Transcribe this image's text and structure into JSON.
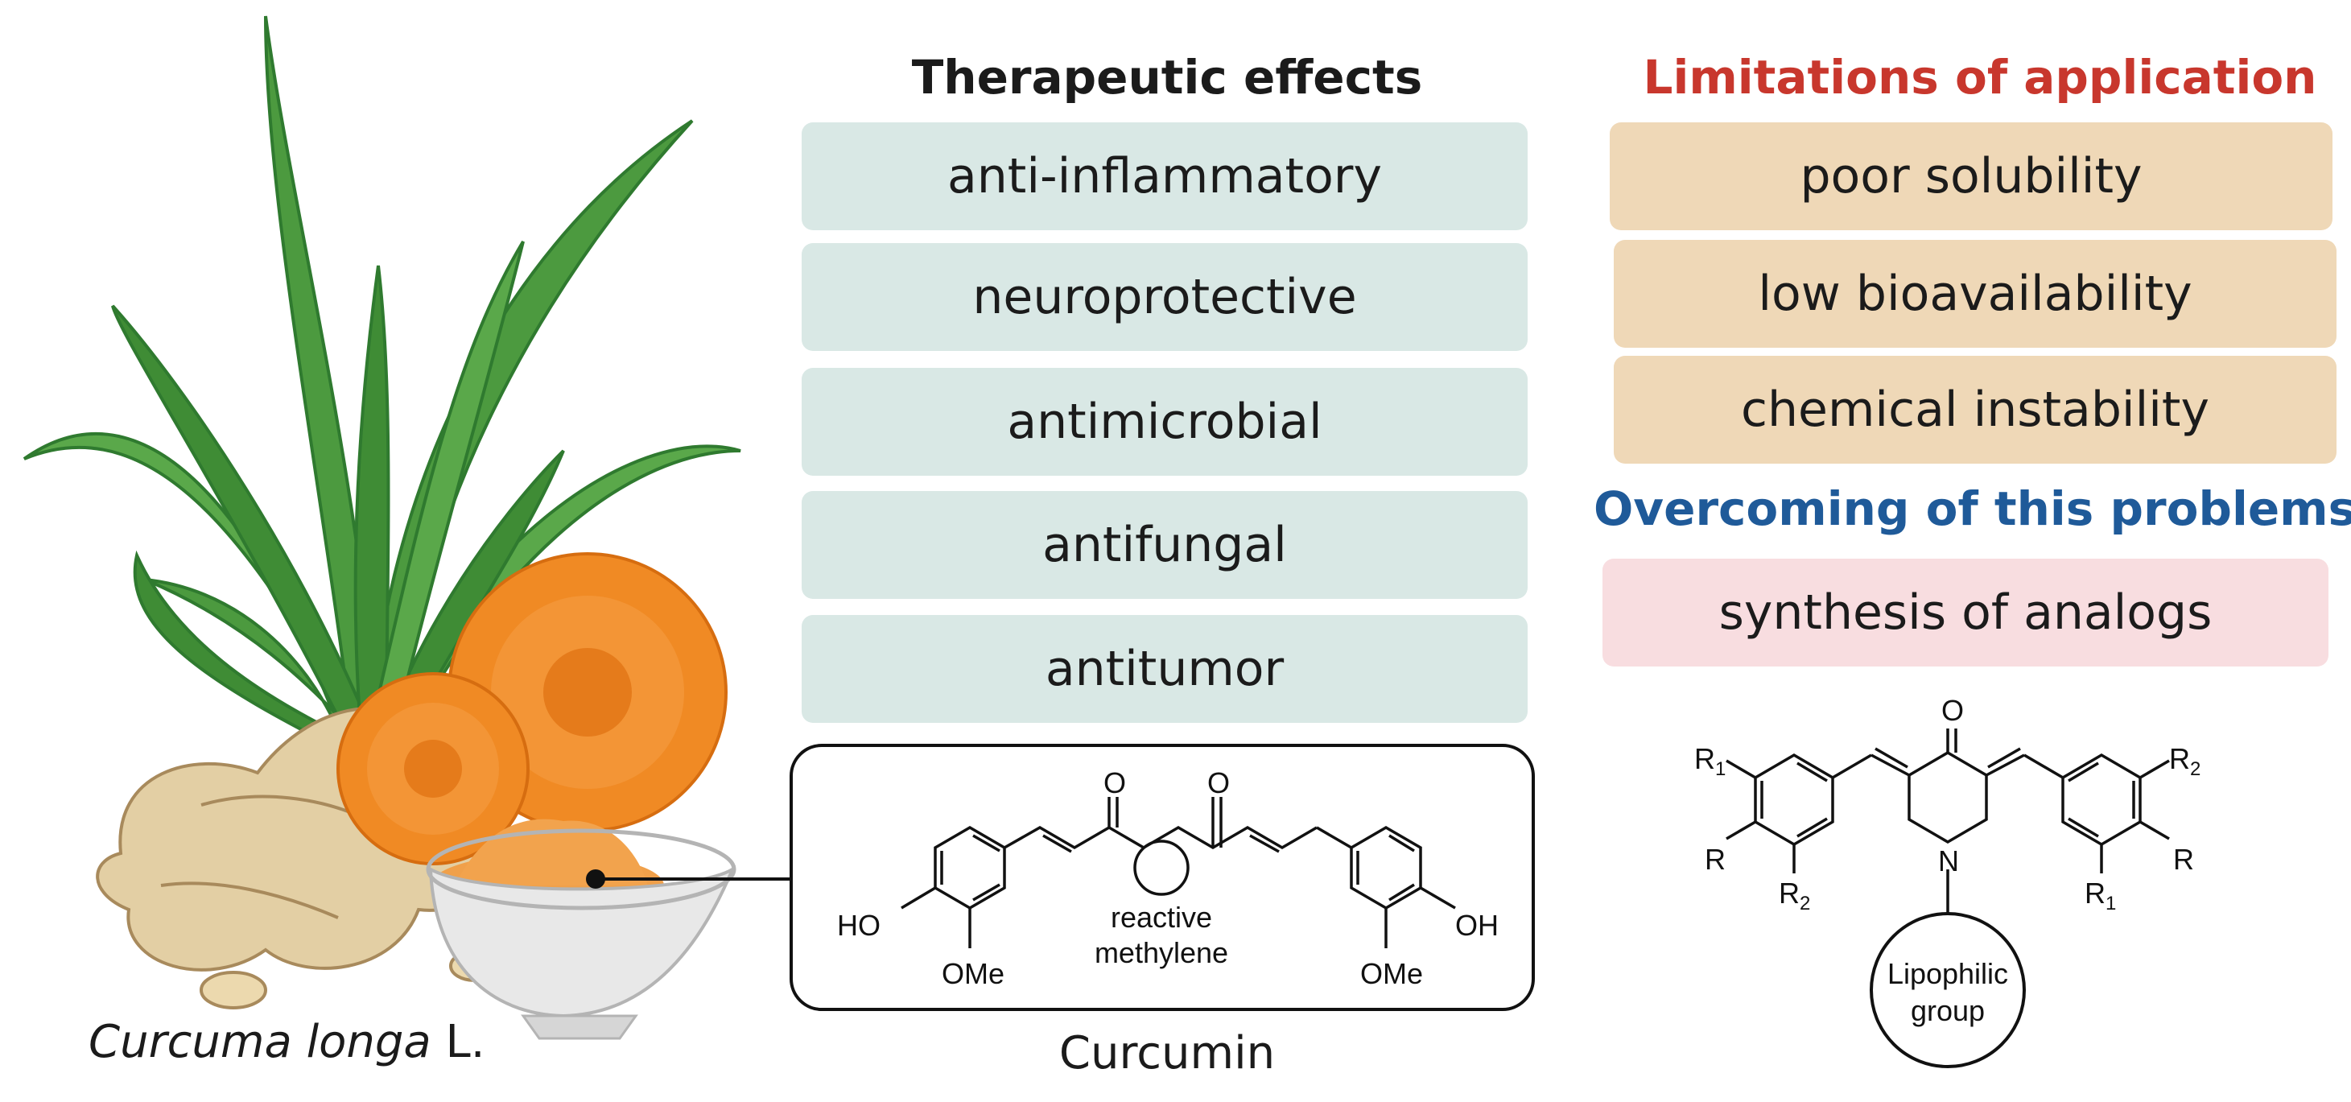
{
  "therapeutic": {
    "heading": "Therapeutic effects",
    "items": [
      "anti-inflammatory",
      "neuroprotective",
      "antimicrobial",
      "antifungal",
      "antitumor"
    ]
  },
  "limitations": {
    "heading": "Limitations of application",
    "items": [
      "poor solubility",
      "low bioavailability",
      "chemical instability"
    ]
  },
  "overcoming": {
    "heading": "Overcoming of this problems",
    "item": "synthesis of analogs"
  },
  "plant": {
    "species": "Curcuma longa",
    "author": " L."
  },
  "curcumin": {
    "caption": "Curcumin",
    "ho": "HO",
    "oh": "OH",
    "ome": "OMe",
    "o": "O",
    "reactive_line1": "reactive",
    "reactive_line2": "methylene"
  },
  "analog": {
    "o": "O",
    "n": "N",
    "r": "R",
    "r1_base": "R",
    "r1_sub": "1",
    "r2_base": "R",
    "r2_sub": "2",
    "lipophilic_line1": "Lipophilic",
    "lipophilic_line2": "group"
  },
  "colors": {
    "effects_box": "#d9e8e5",
    "limitations_box": "#efd8b7",
    "synthesis_box": "#f8dde0",
    "limitations_heading": "#c8372d",
    "overcoming_heading": "#1f5a99"
  }
}
